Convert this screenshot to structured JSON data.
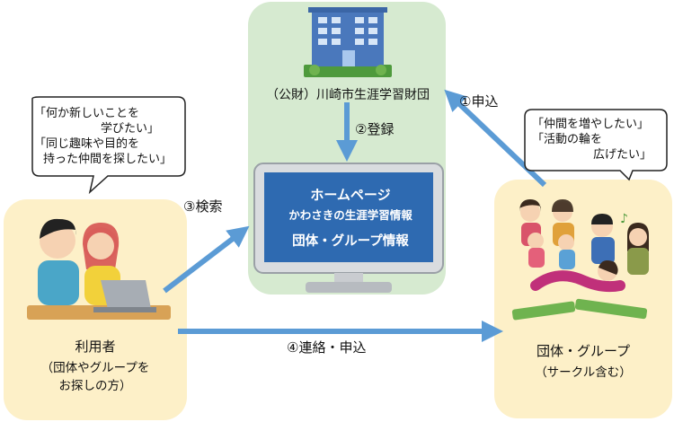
{
  "foundation": {
    "name": "（公財）川崎市生涯学習財団"
  },
  "steps": {
    "apply": "①申込",
    "register": "②登録",
    "search": "③検索",
    "contact": "④連絡・申込"
  },
  "screen": {
    "line1": "ホームページ",
    "line2": "かわさきの生涯学習情報",
    "line3": "団体・グループ情報"
  },
  "user": {
    "label": "利用者",
    "sub_line1": "（団体やグループを",
    "sub_line2": "お探しの方）",
    "bubble": [
      "「何か新しいことを",
      "学びたい」",
      "「同じ趣味や目的を",
      "持った仲間を探したい」"
    ]
  },
  "group": {
    "label": "団体・グループ",
    "sub": "（サークル含む）",
    "bubble": [
      "「仲間を増やしたい」",
      "「活動の輪を",
      "広げたい」"
    ]
  },
  "colors": {
    "arrow": "#5b9bd5",
    "foundation_panel": "#d6ead0",
    "person_panel": "#fdf0c8",
    "screen": "#2e6ab1",
    "building": "#5b86c8"
  },
  "icons": [
    "office-building-icon",
    "computer-monitor-icon",
    "couple-laptop-illustration",
    "group-people-illustration"
  ]
}
